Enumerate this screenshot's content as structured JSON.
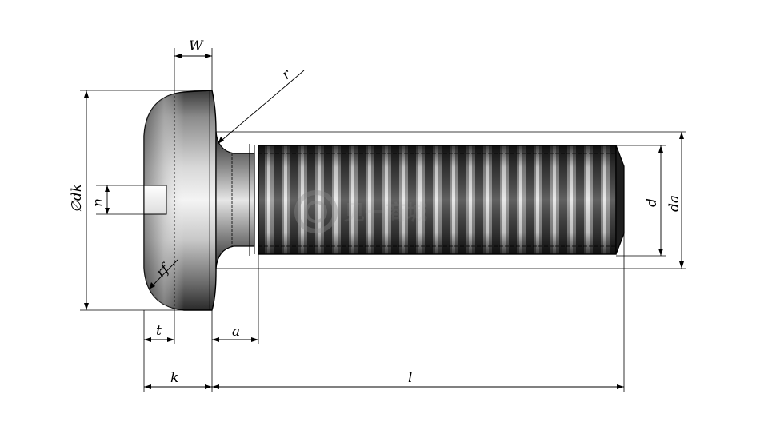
{
  "diagram": {
    "labels": {
      "w": "W",
      "r": "r",
      "dk": "∅dk",
      "n": "n",
      "rf": "rf",
      "t": "t",
      "a": "a",
      "k": "k",
      "l": "l",
      "d": "d",
      "da": "da"
    },
    "watermark": "见一商城"
  },
  "colors": {
    "outline": "#000000",
    "metal_dark": "#1a1a1a",
    "metal_light": "#f2f2f2"
  }
}
